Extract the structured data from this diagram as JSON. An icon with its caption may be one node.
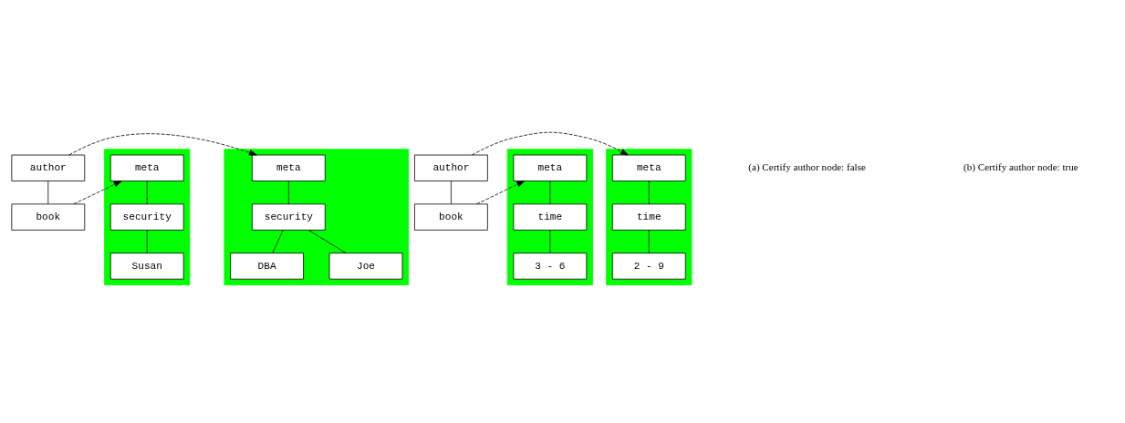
{
  "diagram": {
    "nodes": [
      {
        "text": [
          "author"
        ]
      },
      {
        "text": [],
        "shape": "box"
      },
      {
        "text": [
          "meta"
        ],
        "in": 1
      },
      {
        "text": [
          "security"
        ],
        "in": 1
      },
      {
        "text": [
          "DBA"
        ],
        "in": 1
      },
      {
        "text": [
          "Joe"
        ],
        "in": 1
      },
      {
        "text": [
          "book"
        ]
      },
      {
        "text": [],
        "shape": "box"
      },
      {
        "text": [
          "meta"
        ],
        "in": 7
      },
      {
        "text": [
          "security"
        ],
        "in": 7
      },
      {
        "text": [
          "Susan"
        ],
        "in": 7
      },
      {
        "text": [
          "author"
        ]
      },
      {
        "text": [],
        "shape": "box"
      },
      {
        "text": [
          "meta"
        ],
        "in": 12
      },
      {
        "text": [
          "time"
        ],
        "in": 12
      },
      {
        "text": [
          "2 - 9"
        ],
        "in": 12
      },
      {
        "text": [
          "book"
        ]
      },
      {
        "text": [],
        "shape": "box"
      },
      {
        "text": [
          "meta"
        ],
        "in": 17
      },
      {
        "text": [
          "time"
        ],
        "in": 17
      },
      {
        "text": [
          "3 - 6"
        ],
        "in": 17
      }
    ],
    "edges": [
      {
        "from": 0,
        "to": 6,
        "arrow": "none"
      },
      {
        "from": 0,
        "to": 2,
        "arrow": "to",
        "style": "dashed"
      },
      {
        "from": 2,
        "to": 3,
        "arrow": "none"
      },
      {
        "from": 3,
        "to": 4,
        "arrow": "none"
      },
      {
        "from": 3,
        "to": 5,
        "arrow": "none"
      },
      {
        "from": 6,
        "to": 8,
        "arrow": "to",
        "style": "dashed"
      },
      {
        "from": 8,
        "to": 9,
        "arrow": "none"
      },
      {
        "from": 9,
        "to": 10,
        "arrow": "none"
      },
      {
        "from": 11,
        "to": 16,
        "arrow": "none"
      },
      {
        "from": 11,
        "to": 13,
        "arrow": "to",
        "style": "dashed"
      },
      {
        "from": 13,
        "to": 14,
        "arrow": "none"
      },
      {
        "from": 14,
        "to": 15,
        "arrow": "none"
      },
      {
        "from": 16,
        "to": 18,
        "arrow": "to",
        "style": "dashed"
      },
      {
        "from": 18,
        "to": 19,
        "arrow": "none"
      },
      {
        "from": 19,
        "to": 20,
        "arrow": "none"
      }
    ],
    "labels": [
      "(a) Certify author node: false",
      "(b) Certify author node: true"
    ]
  }
}
